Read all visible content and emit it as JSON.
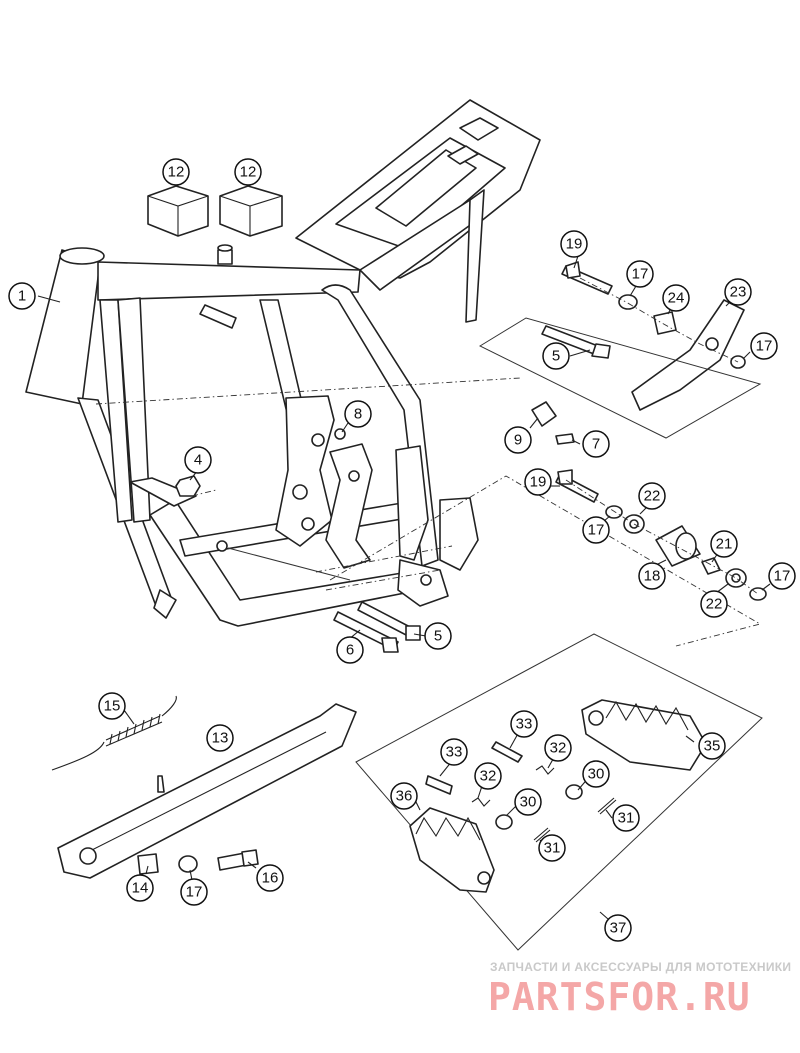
{
  "callouts": [
    {
      "id": "c1",
      "label": "1"
    },
    {
      "id": "c4",
      "label": "4"
    },
    {
      "id": "c5a",
      "label": "5"
    },
    {
      "id": "c5b",
      "label": "5"
    },
    {
      "id": "c6",
      "label": "6"
    },
    {
      "id": "c7",
      "label": "7"
    },
    {
      "id": "c8",
      "label": "8"
    },
    {
      "id": "c9",
      "label": "9"
    },
    {
      "id": "c12a",
      "label": "12"
    },
    {
      "id": "c12b",
      "label": "12"
    },
    {
      "id": "c13",
      "label": "13"
    },
    {
      "id": "c14",
      "label": "14"
    },
    {
      "id": "c15",
      "label": "15"
    },
    {
      "id": "c16",
      "label": "16"
    },
    {
      "id": "c17a",
      "label": "17"
    },
    {
      "id": "c17b",
      "label": "17"
    },
    {
      "id": "c17c",
      "label": "17"
    },
    {
      "id": "c17d",
      "label": "17"
    },
    {
      "id": "c17e",
      "label": "17"
    },
    {
      "id": "c18",
      "label": "18"
    },
    {
      "id": "c19a",
      "label": "19"
    },
    {
      "id": "c19b",
      "label": "19"
    },
    {
      "id": "c21",
      "label": "21"
    },
    {
      "id": "c22a",
      "label": "22"
    },
    {
      "id": "c22b",
      "label": "22"
    },
    {
      "id": "c23",
      "label": "23"
    },
    {
      "id": "c24",
      "label": "24"
    },
    {
      "id": "c30a",
      "label": "30"
    },
    {
      "id": "c30b",
      "label": "30"
    },
    {
      "id": "c31a",
      "label": "31"
    },
    {
      "id": "c31b",
      "label": "31"
    },
    {
      "id": "c32a",
      "label": "32"
    },
    {
      "id": "c32b",
      "label": "32"
    },
    {
      "id": "c33a",
      "label": "33"
    },
    {
      "id": "c33b",
      "label": "33"
    },
    {
      "id": "c35",
      "label": "35"
    },
    {
      "id": "c36",
      "label": "36"
    },
    {
      "id": "c37",
      "label": "37"
    }
  ],
  "watermark": {
    "tagline": "ЗАПЧАСТИ И АКСЕССУАРЫ ДЛЯ МОТОТЕХНИКИ",
    "logo": "PARTSFOR.RU"
  },
  "colors": {
    "line": "#222222",
    "watermark_text": "#c9c9c9",
    "watermark_logo": "#f4a7a7"
  }
}
